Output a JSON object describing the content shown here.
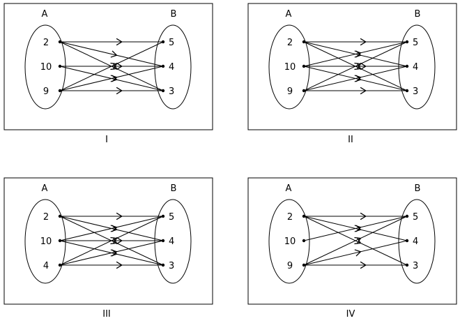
{
  "diagrams": [
    {
      "caption": "I",
      "set_a_label": "A",
      "set_b_label": "B",
      "a_elements": [
        "2",
        "10",
        "9"
      ],
      "b_elements": [
        "5",
        "4",
        "3"
      ],
      "mappings": [
        [
          0,
          0
        ],
        [
          0,
          1
        ],
        [
          0,
          2
        ],
        [
          1,
          1
        ],
        [
          1,
          2
        ],
        [
          2,
          0
        ],
        [
          2,
          1
        ],
        [
          2,
          2
        ]
      ]
    },
    {
      "caption": "II",
      "set_a_label": "A",
      "set_b_label": "B",
      "a_elements": [
        "2",
        "10",
        "9"
      ],
      "b_elements": [
        "5",
        "4",
        "3"
      ],
      "mappings": [
        [
          0,
          0
        ],
        [
          0,
          1
        ],
        [
          0,
          2
        ],
        [
          1,
          0
        ],
        [
          1,
          1
        ],
        [
          1,
          2
        ],
        [
          2,
          0
        ],
        [
          2,
          1
        ],
        [
          2,
          2
        ]
      ]
    },
    {
      "caption": "III",
      "set_a_label": "A",
      "set_b_label": "B",
      "a_elements": [
        "2",
        "10",
        "4"
      ],
      "b_elements": [
        "5",
        "4",
        "3"
      ],
      "mappings": [
        [
          0,
          0
        ],
        [
          0,
          1
        ],
        [
          0,
          2
        ],
        [
          1,
          0
        ],
        [
          1,
          1
        ],
        [
          1,
          2
        ],
        [
          2,
          0
        ],
        [
          2,
          1
        ],
        [
          2,
          2
        ]
      ]
    },
    {
      "caption": "IV",
      "set_a_label": "A",
      "set_b_label": "B",
      "a_elements": [
        "2",
        "10",
        "9"
      ],
      "b_elements": [
        "5",
        "4",
        "3"
      ],
      "mappings": [
        [
          0,
          0
        ],
        [
          0,
          1
        ],
        [
          0,
          2
        ],
        [
          1,
          0
        ],
        [
          2,
          0
        ],
        [
          2,
          1
        ],
        [
          2,
          2
        ]
      ]
    }
  ]
}
